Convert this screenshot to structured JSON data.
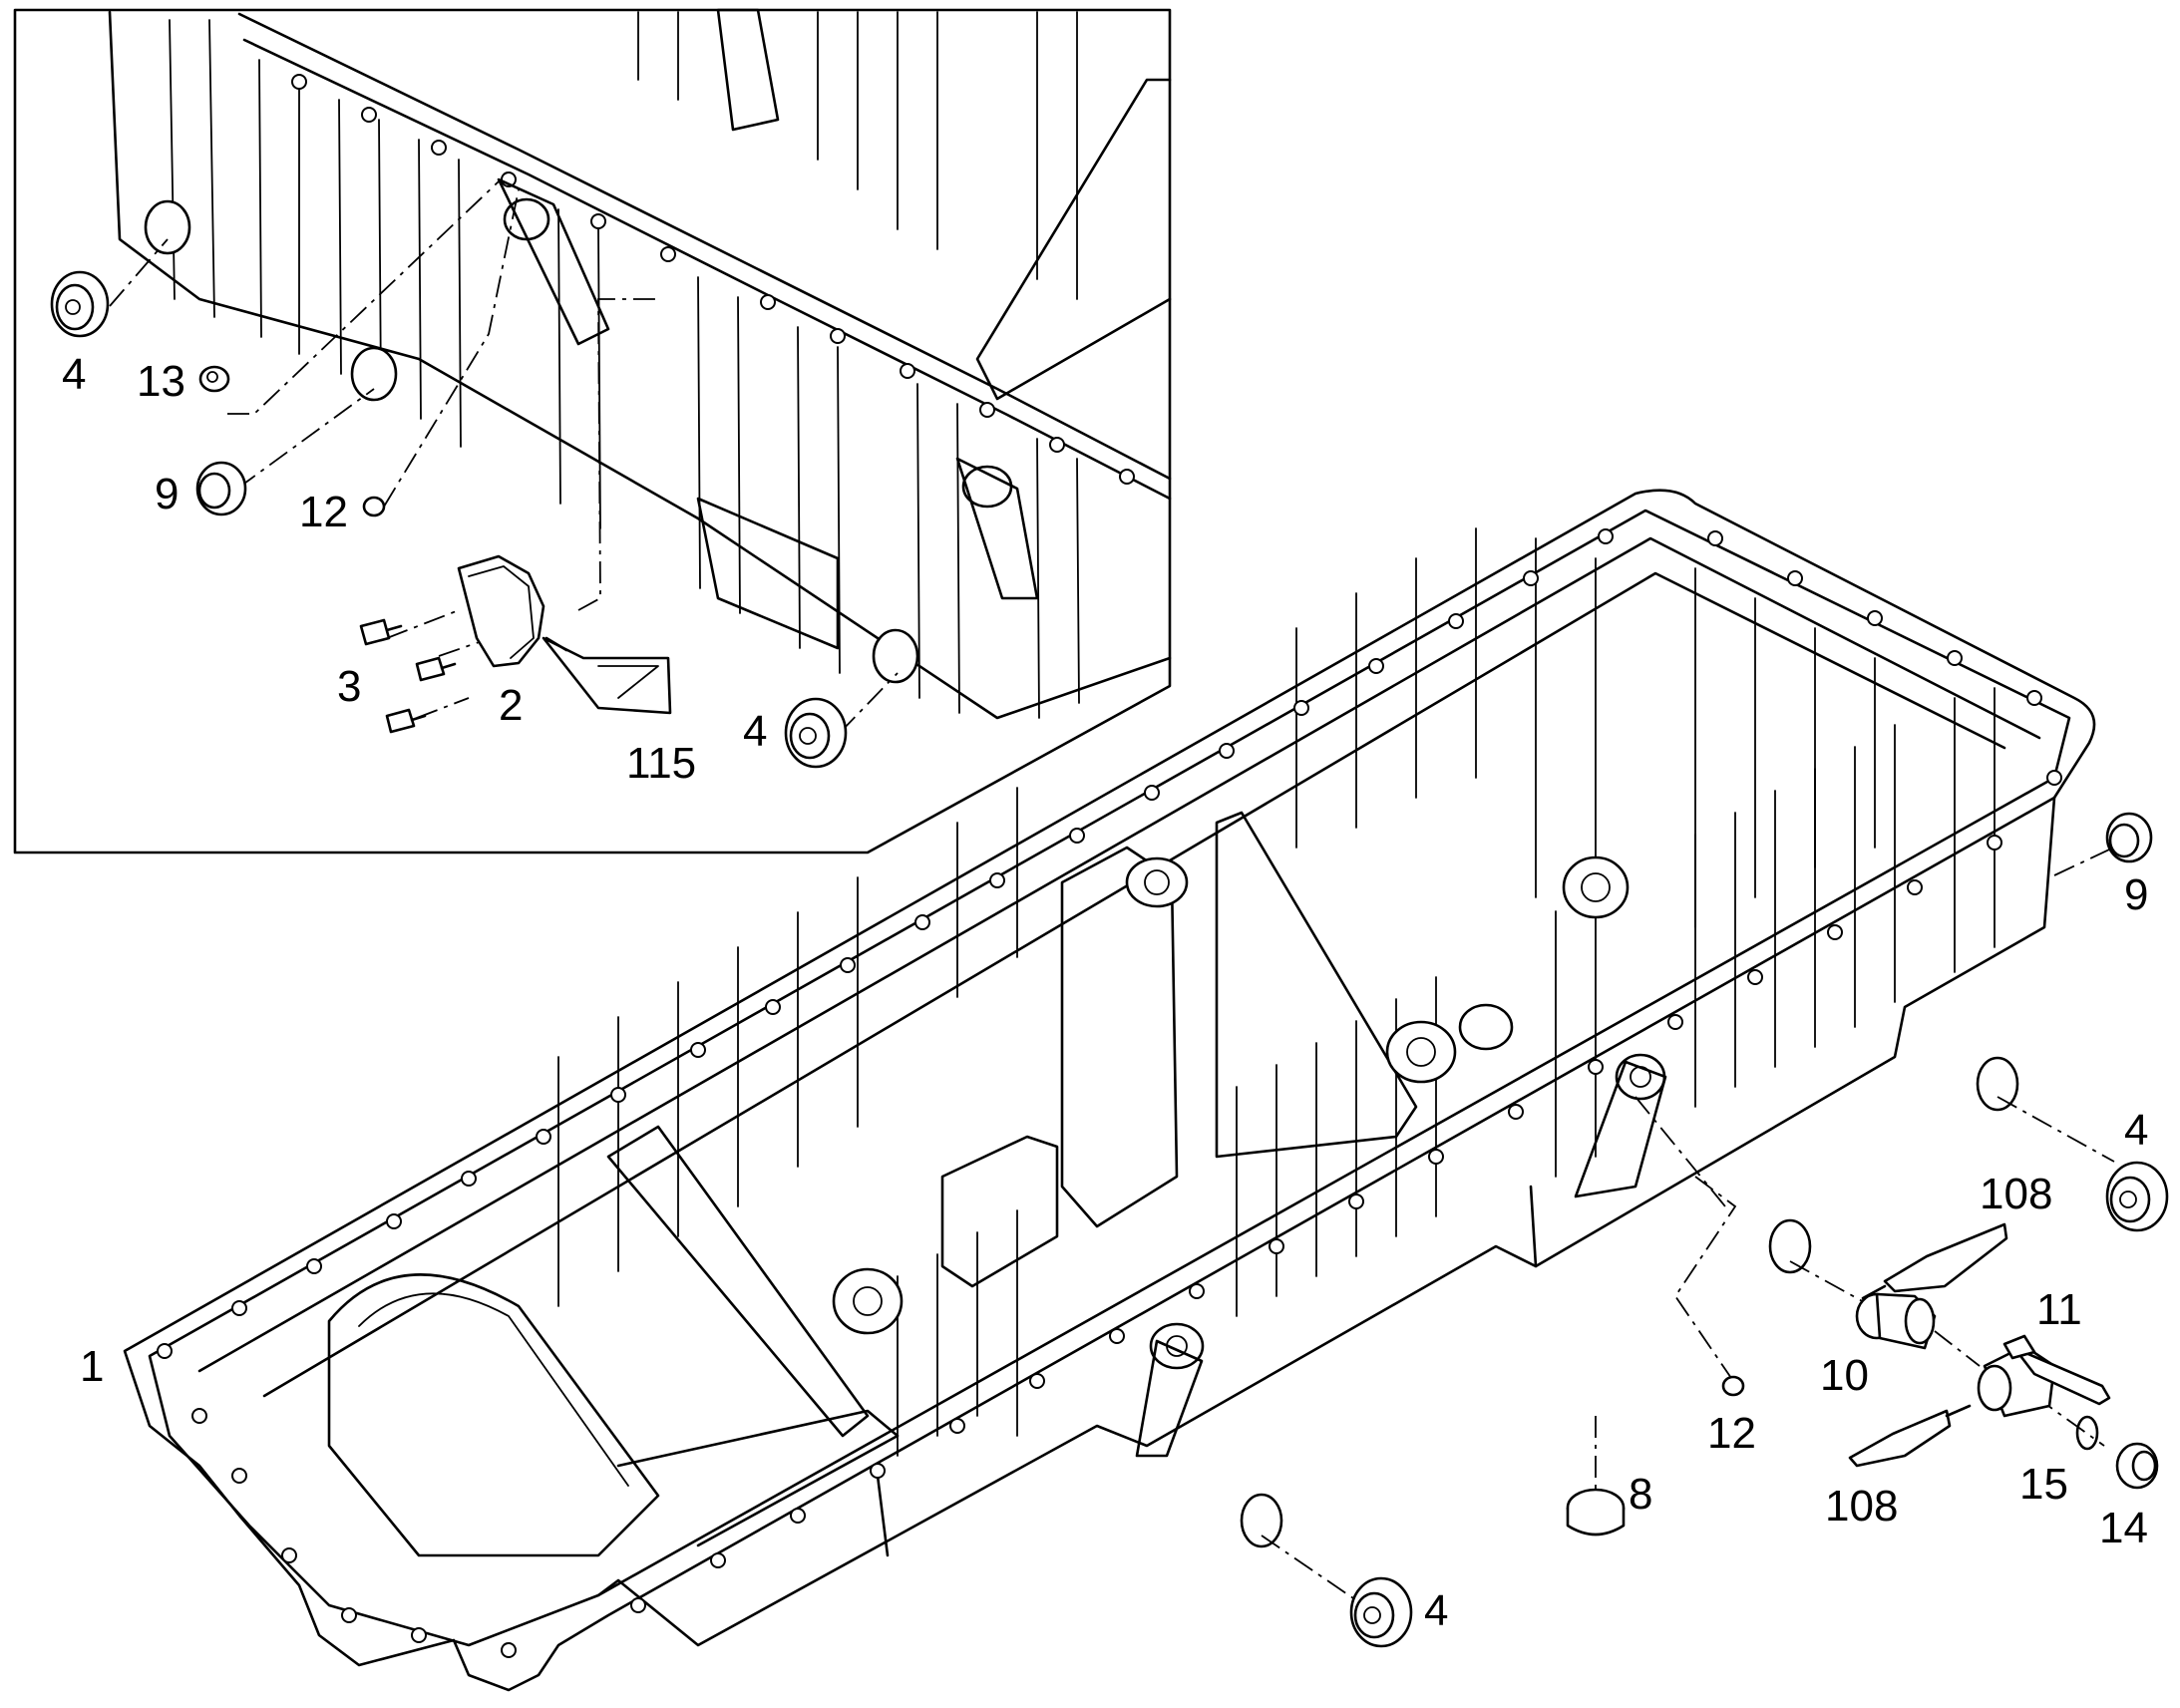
{
  "callouts": {
    "inset_4a": "4",
    "inset_13": "13",
    "inset_9": "9",
    "inset_12": "12",
    "inset_3": "3",
    "inset_2": "2",
    "inset_115": "115",
    "inset_4b": "4",
    "main_1": "1",
    "main_9": "9",
    "main_4a": "4",
    "main_108a": "108",
    "main_11": "11",
    "main_10": "10",
    "main_12": "12",
    "main_8": "8",
    "main_108b": "108",
    "main_15": "15",
    "main_14": "14",
    "main_4b": "4"
  }
}
